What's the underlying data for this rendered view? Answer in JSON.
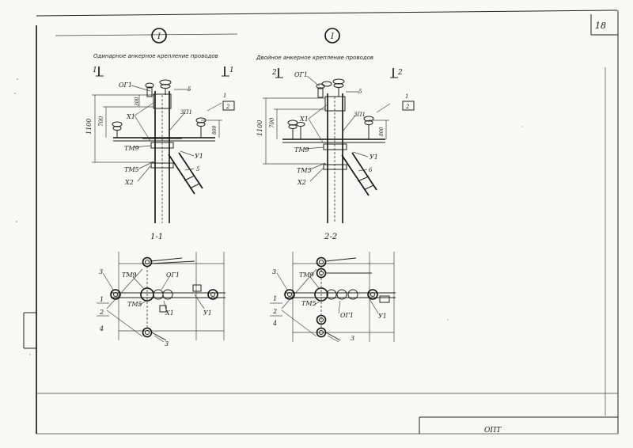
{
  "sheet": {
    "page_number": "18",
    "stamp_text": "ОПТ"
  },
  "view_left": {
    "marker": "I",
    "title": "Одинарное анкерное крепление проводов",
    "section_num": "1",
    "dims": {
      "overall": "1100",
      "mid": "700",
      "top": "300",
      "right": "800"
    },
    "labels": {
      "og": "ОГ1",
      "x1": "Х1",
      "tm9": "ТМ9",
      "tm5": "ТМ5",
      "x2": "Х2",
      "zp": "ЗП1",
      "y1": "У1",
      "n1": "1",
      "n2": "2",
      "n5a": "5",
      "n5b": "5"
    }
  },
  "view_right": {
    "marker": "I",
    "title": "Двойное анкерное крепление проводов",
    "section_num": "2",
    "dims": {
      "overall": "1100",
      "mid": "700",
      "right": "800"
    },
    "labels": {
      "og": "ОГ1",
      "x1": "Х1",
      "tm9": "ТМ9",
      "tm5": "ТМ5",
      "x2": "Х2",
      "zp": "ЗП1",
      "y1": "У1",
      "n1": "1",
      "n2": "2",
      "n5": "5",
      "n6": "6"
    }
  },
  "plan_left": {
    "title": "1-1",
    "labels": {
      "tm9": "ТМ9",
      "og": "ОГ1",
      "tm5": "ТМ5",
      "x1": "Х1",
      "y1": "У1",
      "n3a": "3",
      "n1": "1",
      "n2": "2",
      "n4": "4",
      "n3b": "3"
    }
  },
  "plan_right": {
    "title": "2-2",
    "labels": {
      "tm9": "ТМ9",
      "tm5": "ТМ5",
      "og": "ОГ1",
      "y1": "У1",
      "n3a": "3",
      "n1": "1",
      "n2": "2",
      "n4": "4",
      "n3b": "3"
    }
  }
}
